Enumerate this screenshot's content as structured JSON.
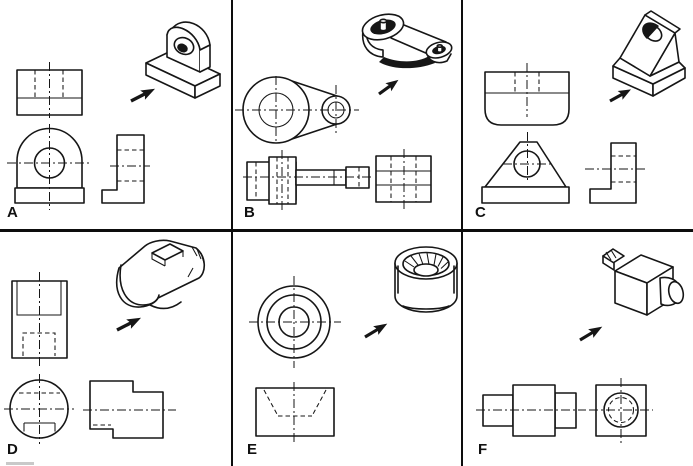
{
  "figure": {
    "kind": "orthographic-projection-exercise-sheet",
    "rows": 2,
    "cols": 3,
    "ink_color": "#161616",
    "paper_color": "#ffffff"
  },
  "panels": [
    {
      "label": "A",
      "part": "round-top-lug-on-rectangular-base",
      "views": [
        "top-view",
        "front-view",
        "side-view",
        "isometric-view",
        "view-direction-arrow"
      ]
    },
    {
      "label": "B",
      "part": "offset-lever-with-two-drilled-bosses",
      "views": [
        "top-view",
        "front-view",
        "side-view",
        "isometric-view",
        "view-direction-arrow"
      ]
    },
    {
      "label": "C",
      "part": "wedge-bracket-with-hole-on-base",
      "views": [
        "top-view",
        "front-view",
        "side-view",
        "isometric-view",
        "view-direction-arrow"
      ]
    },
    {
      "label": "D",
      "part": "cylinder-with-flat-and-stepped-notch",
      "views": [
        "front-view",
        "end-view",
        "side-view",
        "isometric-view",
        "view-direction-arrow"
      ]
    },
    {
      "label": "E",
      "part": "cylindrical-cup-with-tapered-bore",
      "views": [
        "top-view",
        "front-view",
        "isometric-view",
        "view-direction-arrow"
      ]
    },
    {
      "label": "F",
      "part": "block-with-cylindrical-side-bosses",
      "views": [
        "front-view",
        "end-view",
        "isometric-view",
        "view-direction-arrow"
      ]
    }
  ]
}
